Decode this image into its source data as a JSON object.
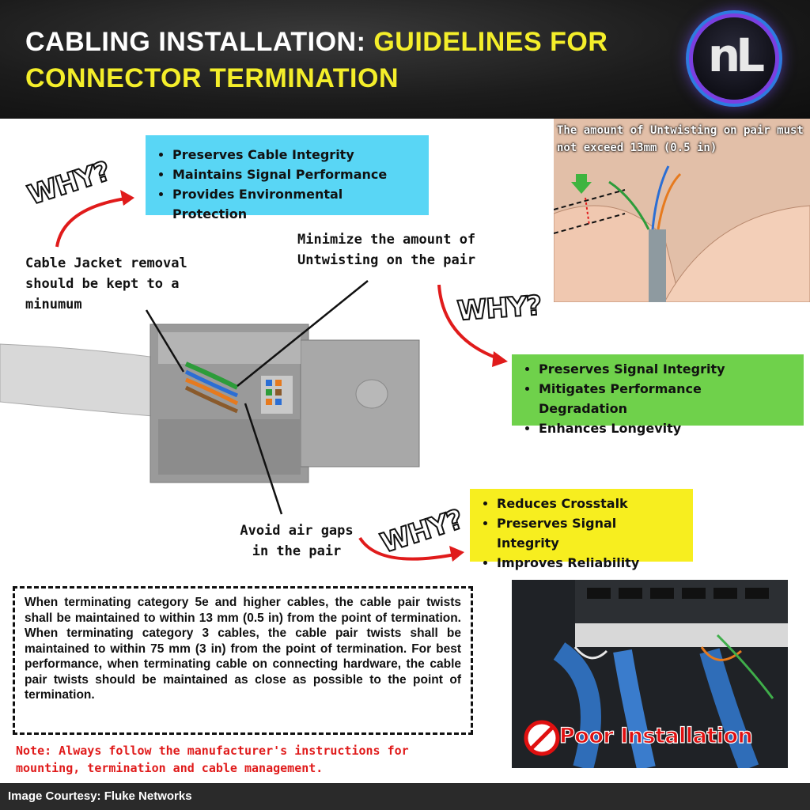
{
  "header": {
    "title_white": "CABLING INSTALLATION: ",
    "title_yellow_1": "GUIDELINES FOR",
    "title_yellow_2": "CONNECTOR TERMINATION",
    "logo_text": "nL"
  },
  "why_label": "WHY?",
  "box_blue": {
    "items": [
      "Preserves Cable Integrity",
      "Maintains Signal Performance",
      "Provides Environmental Protection"
    ],
    "color": "#59d6f5"
  },
  "box_green": {
    "items": [
      "Preserves Signal Integrity",
      "Mitigates Performance Degradation",
      "Enhances Longevity"
    ],
    "color": "#6fd14b"
  },
  "box_yellow": {
    "items": [
      "Reduces Crosstalk",
      "Preserves Signal Integrity",
      "Improves Reliability"
    ],
    "color": "#f7ee1f"
  },
  "callouts": {
    "jacket": "Cable Jacket removal should be kept to a minumum",
    "untwist": "Minimize the amount of Untwisting  on the pair",
    "air_gaps": "Avoid air gaps in the pair"
  },
  "photo_untwist_caption": "The amount of Untwisting on pair must not exceed 13mm (0.5 in)",
  "body_text": "When terminating category 5e and higher cables, the cable pair twists shall be maintained to within 13 mm (0.5 in) from the point of termination. When terminating category 3 cables, the cable pair twists shall be maintained to within 75 mm (3 in) from the point of termination. For best performance, when terminating cable on connecting hardware, the cable pair twists should be maintained as close as possible to the point of termination.",
  "note": "Note: Always follow the manufacturer's instructions for mounting, termination and cable management.",
  "poor_installation": "Poor Installation",
  "footer": "Image Courtesy: Fluke Networks",
  "colors": {
    "accent_yellow": "#f4ee2a",
    "arrow_red": "#e01b1b"
  }
}
